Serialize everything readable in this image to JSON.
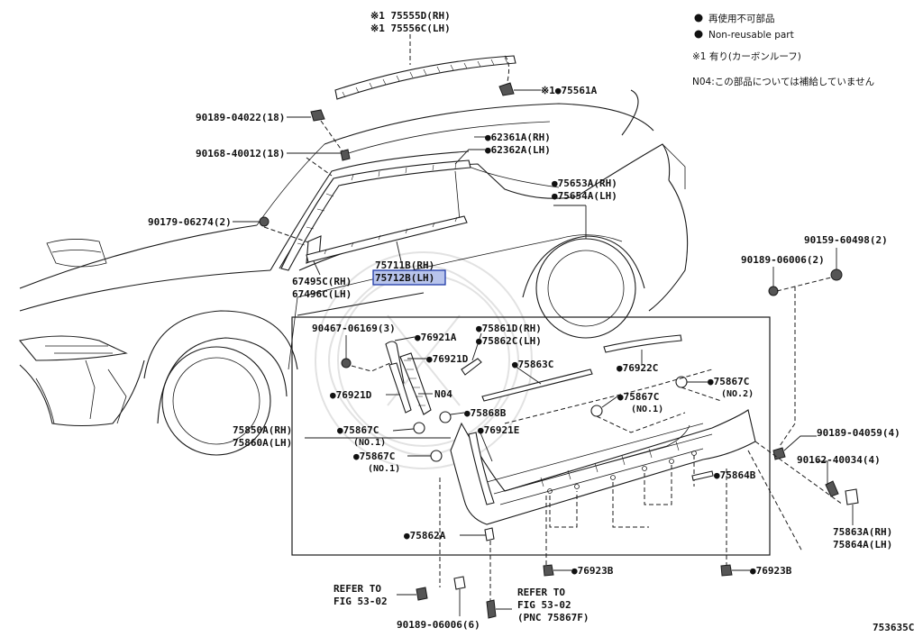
{
  "legend": {
    "dot_jp": "再使用不可部品",
    "dot_en": "Non-reusable part",
    "note1": "※1 有り(カーボンルーフ)",
    "note_n04": "N04:この部品については補給していません"
  },
  "figure_id": "753635C",
  "labels": {
    "p75555d": "※1 75555D(RH)",
    "p75556c": "※1 75556C(LH)",
    "p75561a": "※1●75561A",
    "p90189_04022": "90189-04022(18)",
    "p90168_40012": "90168-40012(18)",
    "p62361a": "●62361A(RH)",
    "p62362a": "●62362A(LH)",
    "p75653a": "●75653A(RH)",
    "p75654a": "●75654A(LH)",
    "p90179_06274": "90179-06274(2)",
    "p67495c": "67495C(RH)",
    "p67496c": "67496C(LH)",
    "p75711b": "75711B(RH)",
    "p75712b": "75712B(LH)",
    "p90159_60498": "90159-60498(2)",
    "p90189_06006_2": "90189-06006(2)",
    "p90467_06169": "90467-06169(3)",
    "p76921a": "●76921A",
    "p75861d": "●75861D(RH)",
    "p75862c": "●75862C(LH)",
    "p76921d_a": "●76921D",
    "p75863c": "●75863C",
    "p76922c": "●76922C",
    "p75867c_r": "●75867C",
    "p_no2": "(NO.2)",
    "p76921d_b": "●76921D",
    "n04": "N04",
    "p75867c_m": "●75867C",
    "p_no1_m": "(NO.1)",
    "p75868b": "●75868B",
    "p75850a": "75850A(RH)",
    "p75860a": "75860A(LH)",
    "p75867c_l1": "●75867C",
    "p_no1_l1": "(NO.1)",
    "p76921e": "●76921E",
    "p75867c_l2": "●75867C",
    "p_no1_l2": "(NO.1)",
    "p90189_04059": "90189-04059(4)",
    "p90162_40034": "90162-40034(4)",
    "p75864b": "●75864B",
    "p75863a": "75863A(RH)",
    "p75864a": "75864A(LH)",
    "p75862a": "●75862A",
    "p76923b_l": "●76923B",
    "p76923b_r": "●76923B",
    "refer1_a": "REFER TO",
    "refer1_b": "FIG 53-02",
    "refer2_a": "REFER TO",
    "refer2_b": "FIG 53-02",
    "refer2_c": "(PNC 75867F)",
    "p90189_06006_6": "90189-06006(6)"
  },
  "colors": {
    "line": "#1a1a1a",
    "highlight_fill": "#b8c4ec",
    "highlight_stroke": "#1f3aa8"
  }
}
